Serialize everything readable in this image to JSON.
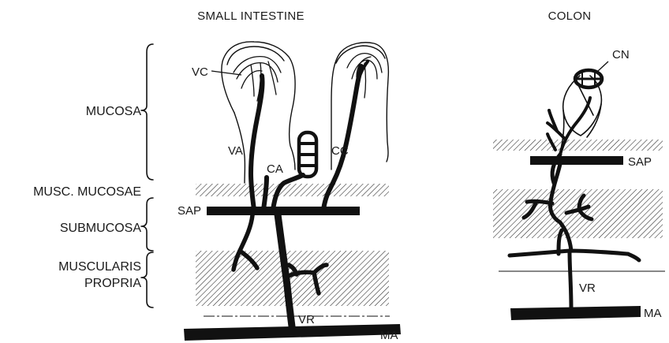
{
  "titles": {
    "small_intestine": "SMALL INTESTINE",
    "colon": "COLON"
  },
  "layers": {
    "mucosa": "MUCOSA",
    "musc_mucosae": "MUSC. MUCOSAE",
    "submucosa": "SUBMUCOSA",
    "muscularis_line1": "MUSCULARIS",
    "muscularis_line2": "PROPRIA"
  },
  "vessels": {
    "vc": "VC",
    "va": "VA",
    "ca": "CA",
    "cc": "CC",
    "sap": "SAP",
    "vr": "VR",
    "ma": "MA",
    "cn": "CN",
    "sap_colon": "SAP",
    "vr_colon": "VR",
    "ma_colon": "MA"
  }
}
